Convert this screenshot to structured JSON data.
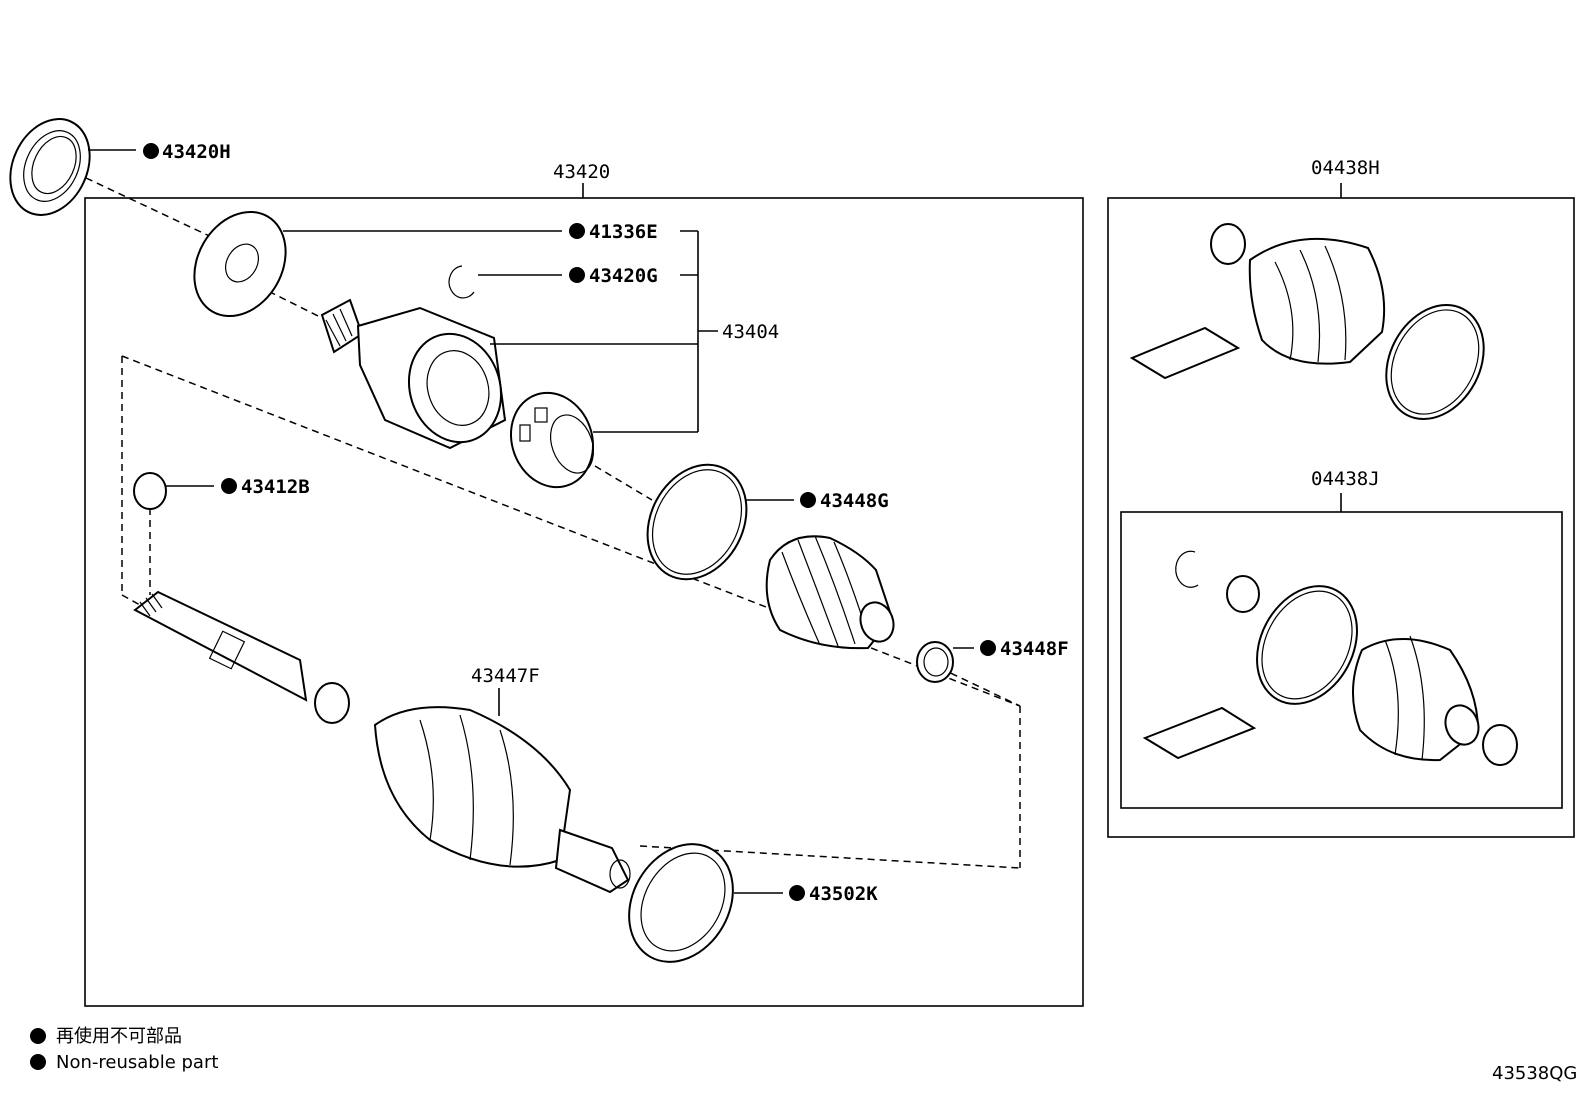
{
  "labels": {
    "p43420H": "43420H",
    "p43420": "43420",
    "p41336E": "41336E",
    "p43420G": "43420G",
    "p43404": "43404",
    "p43412B": "43412B",
    "p43448G": "43448G",
    "p43448F": "43448F",
    "p43447F": "43447F",
    "p43502K": "43502K",
    "p04438H": "04438H",
    "p04438J": "04438J"
  },
  "legend": {
    "line_jp": "再使用不可部品",
    "line_en": "Non-reusable part"
  },
  "figure_id": "43538QG"
}
